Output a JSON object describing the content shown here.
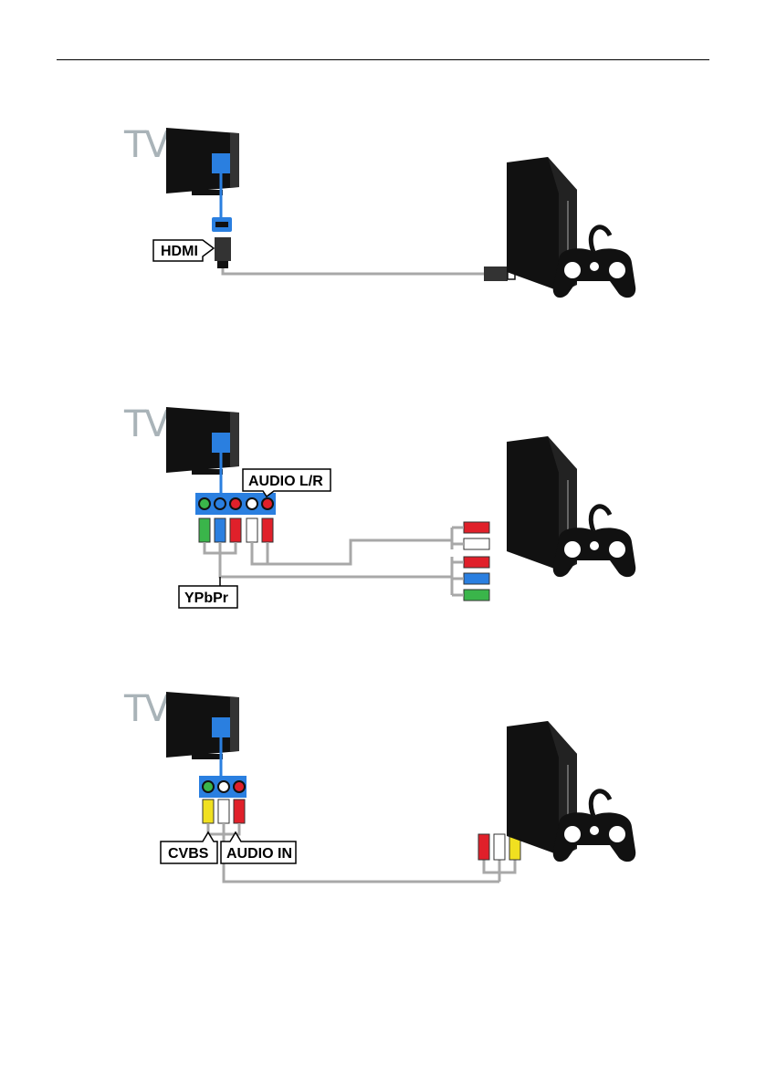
{
  "diagrams": [
    {
      "tv_label": "TV",
      "labels": [
        "HDMI"
      ]
    },
    {
      "tv_label": "TV",
      "labels": [
        "AUDIO L/R",
        "YPbPr"
      ]
    },
    {
      "tv_label": "TV",
      "labels": [
        "CVBS",
        "AUDIO IN"
      ]
    }
  ],
  "colors": {
    "port_blue": "#2a7fe0",
    "cable_gray": "#a8a8a8",
    "plug_green": "#3ab54a",
    "plug_blue": "#2a7fe0",
    "plug_red": "#e0202a",
    "plug_white": "#ffffff",
    "plug_yellow": "#f0e020"
  }
}
